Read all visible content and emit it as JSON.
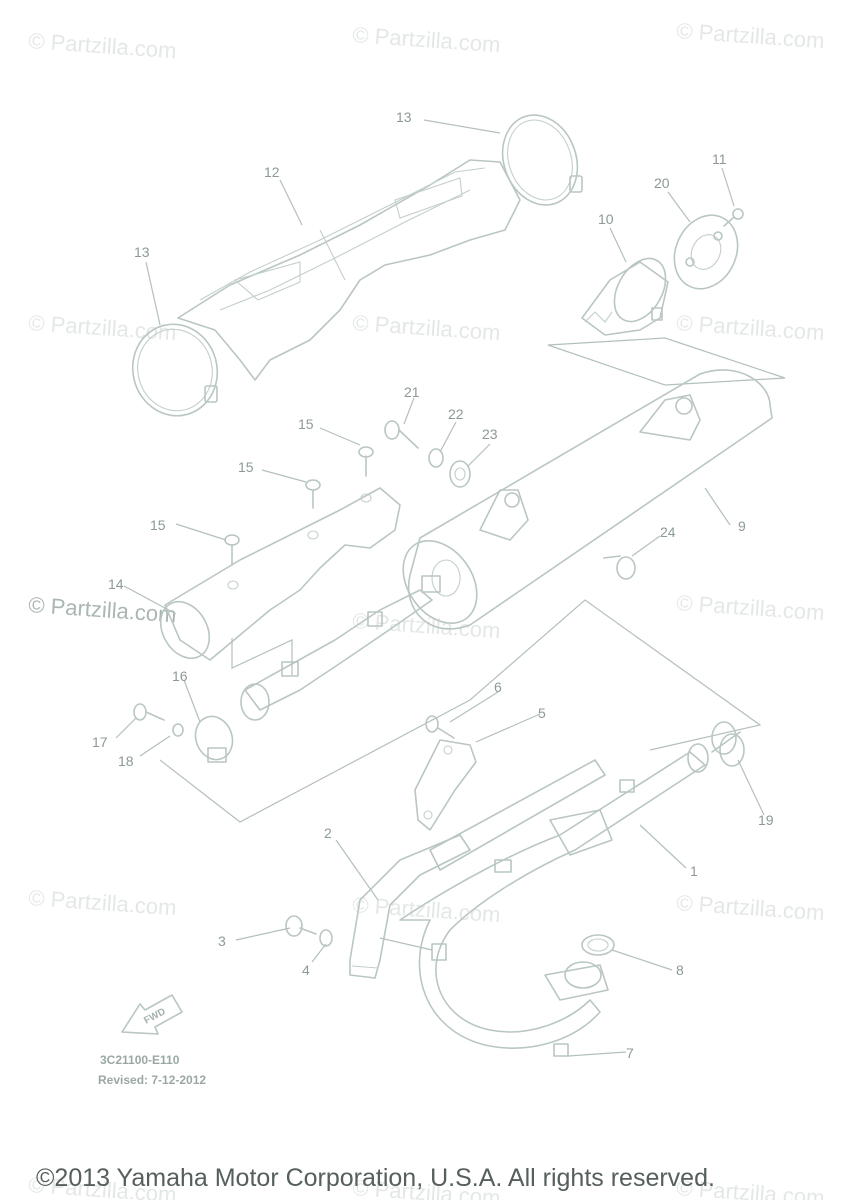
{
  "watermark": "© Partzilla.com",
  "callouts": [
    {
      "id": "1",
      "text": "1"
    },
    {
      "id": "2",
      "text": "2"
    },
    {
      "id": "3",
      "text": "3"
    },
    {
      "id": "4",
      "text": "4"
    },
    {
      "id": "5",
      "text": "5"
    },
    {
      "id": "6",
      "text": "6"
    },
    {
      "id": "7",
      "text": "7"
    },
    {
      "id": "8",
      "text": "8"
    },
    {
      "id": "9",
      "text": "9"
    },
    {
      "id": "10",
      "text": "10"
    },
    {
      "id": "11",
      "text": "11"
    },
    {
      "id": "12",
      "text": "12"
    },
    {
      "id": "13a",
      "text": "13"
    },
    {
      "id": "13b",
      "text": "13"
    },
    {
      "id": "14",
      "text": "14"
    },
    {
      "id": "15a",
      "text": "15"
    },
    {
      "id": "15b",
      "text": "15"
    },
    {
      "id": "15c",
      "text": "15"
    },
    {
      "id": "16",
      "text": "16"
    },
    {
      "id": "17",
      "text": "17"
    },
    {
      "id": "18",
      "text": "18"
    },
    {
      "id": "19",
      "text": "19"
    },
    {
      "id": "20",
      "text": "20"
    },
    {
      "id": "21",
      "text": "21"
    },
    {
      "id": "22",
      "text": "22"
    },
    {
      "id": "23",
      "text": "23"
    },
    {
      "id": "24",
      "text": "24"
    }
  ],
  "fwd_label": "FWD",
  "diagram_code": "3C21100-E110",
  "revised": "Revised: 7-12-2012",
  "copyright": "©2013 Yamaha Motor Corporation, U.S.A. All rights reserved."
}
